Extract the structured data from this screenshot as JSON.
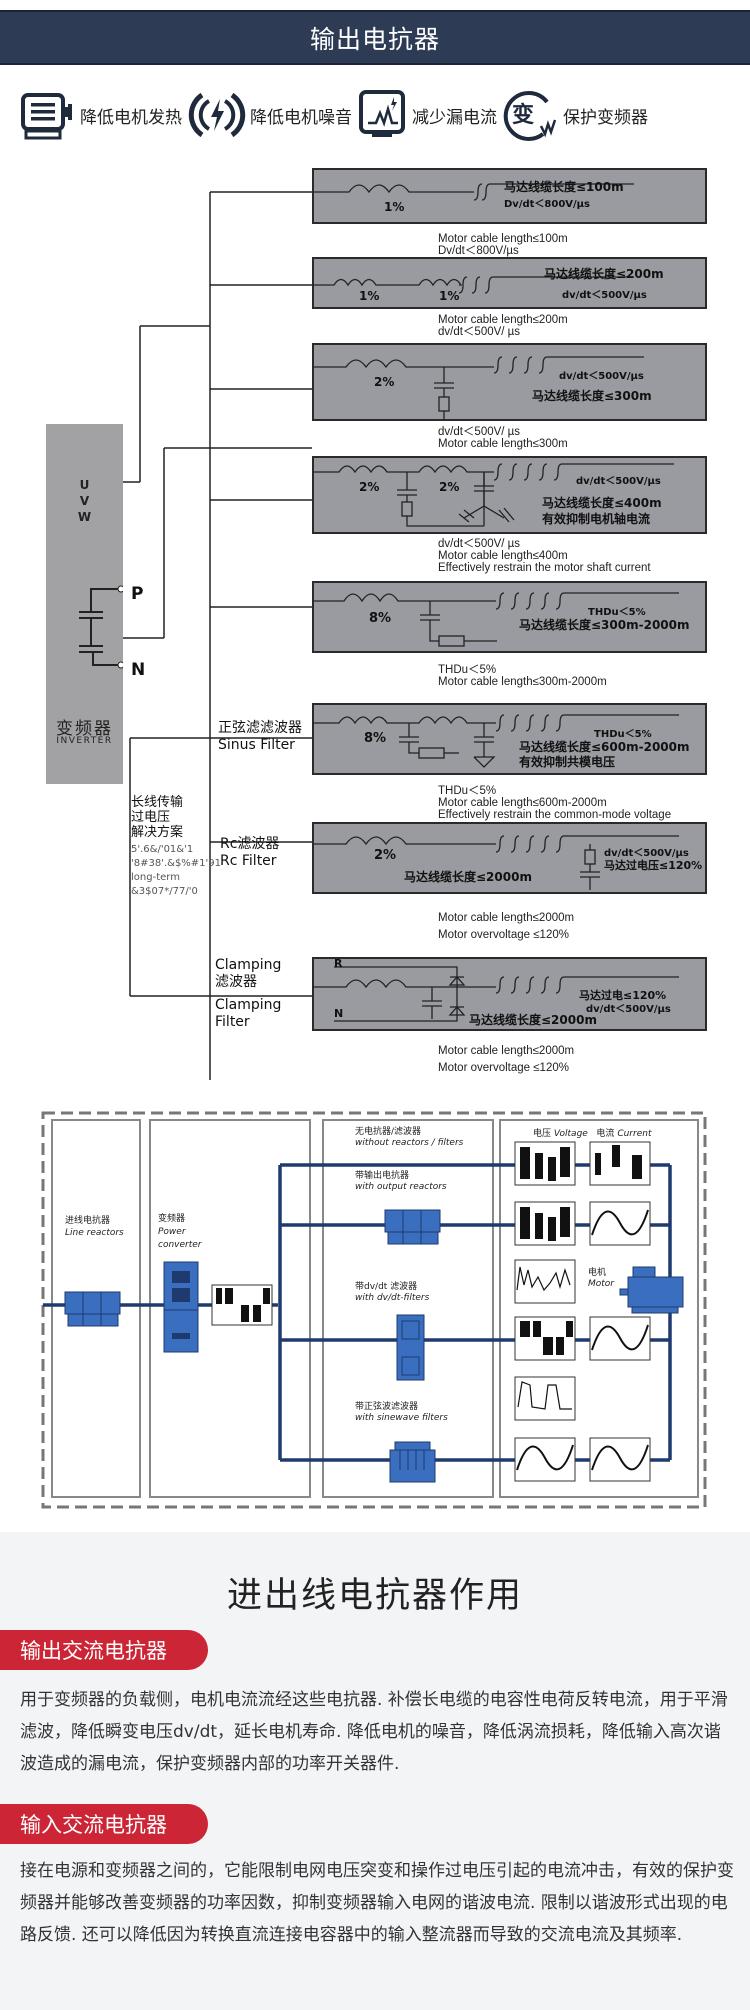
{
  "header": {
    "title": "输出电抗器"
  },
  "features": [
    {
      "icon": "motor-icon",
      "label": "降低电机发热"
    },
    {
      "icon": "lightning-waves-icon",
      "label": "降低电机噪音"
    },
    {
      "icon": "monitor-wave-icon",
      "label": "减少漏电流"
    },
    {
      "icon": "inverter-protect-icon",
      "label": "保护变频器"
    }
  ],
  "inverter": {
    "terminals": [
      "U",
      "V",
      "W"
    ],
    "dc_p": "P",
    "dc_n": "N",
    "name_cn": "变频器",
    "name_en": "INVERTER"
  },
  "long_transmission": {
    "title_lines": [
      "长线传输",
      "过电压",
      "解决方案"
    ],
    "garbled_lines": [
      "5'.6&/'01&'1",
      "'8#38'.&$%#1'91",
      "long-term",
      "&3$07*/77/'0"
    ]
  },
  "filter_labels": {
    "sinus": {
      "cn": "正弦滤滤波器",
      "en": "Sinus Filter"
    },
    "rc": {
      "cn": "Rc滤波器",
      "en": "Rc Filter"
    },
    "clamping": {
      "cn_lines": [
        "Clamping",
        "滤波器"
      ],
      "en_lines": [
        "Clamping",
        "Filter"
      ]
    }
  },
  "panels": [
    {
      "inductor_labels": [
        "1%"
      ],
      "texts": [
        "马达线缆长度≤100m",
        "Dv/dt＜800V/µs"
      ],
      "caption": [
        "Motor cable length≤100m",
        "Dv/dt＜800V/µs"
      ]
    },
    {
      "inductor_labels": [
        "1%",
        "1%"
      ],
      "texts": [
        "马达线缆长度≤200m",
        "dv/dt＜500V/µs"
      ],
      "caption": [
        "Motor cable length≤200m",
        "dv/dt＜500V/ µs"
      ]
    },
    {
      "inductor_labels": [
        "2%"
      ],
      "texts": [
        "dv/dt＜500V/µs",
        "马达线缆长度≤300m"
      ],
      "caption": [
        "dv/dt＜500V/ µs",
        "Motor cable length≤300m"
      ]
    },
    {
      "inductor_labels": [
        "2%",
        "2%"
      ],
      "texts": [
        "dv/dt＜500V/µs",
        "马达线缆长度≤400m",
        "有效抑制电机轴电流"
      ],
      "caption": [
        "dv/dt＜500V/ µs",
        "Motor cable length≤400m",
        "Effectively restrain the motor shaft current"
      ]
    },
    {
      "inductor_labels": [
        "8%"
      ],
      "texts": [
        "THDu＜5%",
        "马达线缆长度≤300m-2000m"
      ],
      "caption": [
        "THDu＜5%",
        "Motor cable length≤300m-2000m"
      ]
    },
    {
      "inductor_labels": [
        "8%"
      ],
      "texts": [
        "THDu＜5%",
        "马达线缆长度≤600m-2000m",
        "有效抑制共模电压"
      ],
      "caption": [
        "THDu＜5%",
        "Motor cable length≤600m-2000m",
        "Effectively restrain the common-mode voltage"
      ]
    },
    {
      "inductor_labels": [
        "2%"
      ],
      "texts": [
        "dv/dt＜500V/µs",
        "马达过电压≤120%",
        "马达线缆长度≤2000m"
      ],
      "caption": [
        "Motor cable length≤2000m",
        "Motor overvoltage ≤120%"
      ]
    },
    {
      "inductor_labels": [
        "R",
        "N"
      ],
      "texts": [
        "马达过电≤120%",
        "dv/dt＜500V/µs",
        "马达线缆长度≤2000m"
      ],
      "caption": [
        "Motor cable length≤2000m",
        "Motor overvoltage ≤120%"
      ]
    }
  ],
  "system_diagram": {
    "line_reactor": {
      "cn": "进线电抗器",
      "en": "Line reactors"
    },
    "converter": {
      "cn": "变频器",
      "en_lines": [
        "Power",
        "converter"
      ]
    },
    "options": [
      {
        "cn": "无电抗器/滤波器",
        "en": "without reactors / filters"
      },
      {
        "cn": "带输出电抗器",
        "en": "with output reactors"
      },
      {
        "cn": "带dv/dt 滤波器",
        "en": "with dv/dt-filters"
      },
      {
        "cn": "带正弦波滤波器",
        "en": "with sinewave filters"
      }
    ],
    "wave_headers": {
      "voltage_cn": "电压",
      "voltage_en": "Voltage",
      "current_cn": "电流",
      "current_en": "Current"
    },
    "motor": {
      "cn": "电机",
      "en": "Motor"
    },
    "accent_color": "#1e3a6e",
    "device_color": "#3a6fc0"
  },
  "bottom": {
    "title": "进出线电抗器作用",
    "sections": [
      {
        "label": "输出交流电抗器",
        "text": "用于变频器的负载侧，电机电流流经这些电抗器. 补偿长电缆的电容性电荷反转电流，用于平滑滤波，降低瞬变电压dv/dt，延长电机寿命. 降低电机的噪音，降低涡流损耗，降低输入高次谐波造成的漏电流，保护变频器内部的功率开关器件."
      },
      {
        "label": "输入交流电抗器",
        "text": "接在电源和变频器之间的，它能限制电网电压突变和操作过电压引起的电流冲击，有效的保护变频器并能够改善变频器的功率因数，抑制变频器输入电网的谐波电流. 限制以谐波形式出现的电路反馈. 还可以降低因为转换直流连接电容器中的输入整流器而导致的交流电流及其频率."
      }
    ],
    "accent_color": "#cc2536"
  }
}
